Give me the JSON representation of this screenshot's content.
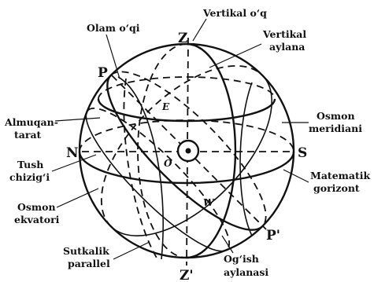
{
  "labels": {
    "vertikal_oq": "Vertikal o‘q",
    "olam_oqi": "Olam o‘qi",
    "vertikal_aylana_1": "Vertikal",
    "vertikal_aylana_2": "aylana",
    "almuqantarat_1": "Almuqan-",
    "almuqantarat_2": "tarat",
    "osmon_meridiani_1": "Osmon",
    "osmon_meridiani_2": "meridiani",
    "tush_chizigi_1": "Tush",
    "tush_chizigi_2": "chizig‘i",
    "matematik_gorizont_1": "Matematik",
    "matematik_gorizont_2": "gorizont",
    "osmon_ekvatori_1": "Osmon",
    "osmon_ekvatori_2": "ekvatori",
    "sutkalik_parallel_1": "Sutkalik",
    "sutkalik_parallel_2": "parallel",
    "ogish_aylanasi_1": "Og‘ish",
    "ogish_aylanasi_2": "aylanasi"
  },
  "points": {
    "zenith": "Z",
    "nadir": "Z'",
    "north": "N",
    "south": "S",
    "pole_north": "P",
    "pole_south": "P'",
    "east": "E",
    "west": "W",
    "center": "O"
  }
}
